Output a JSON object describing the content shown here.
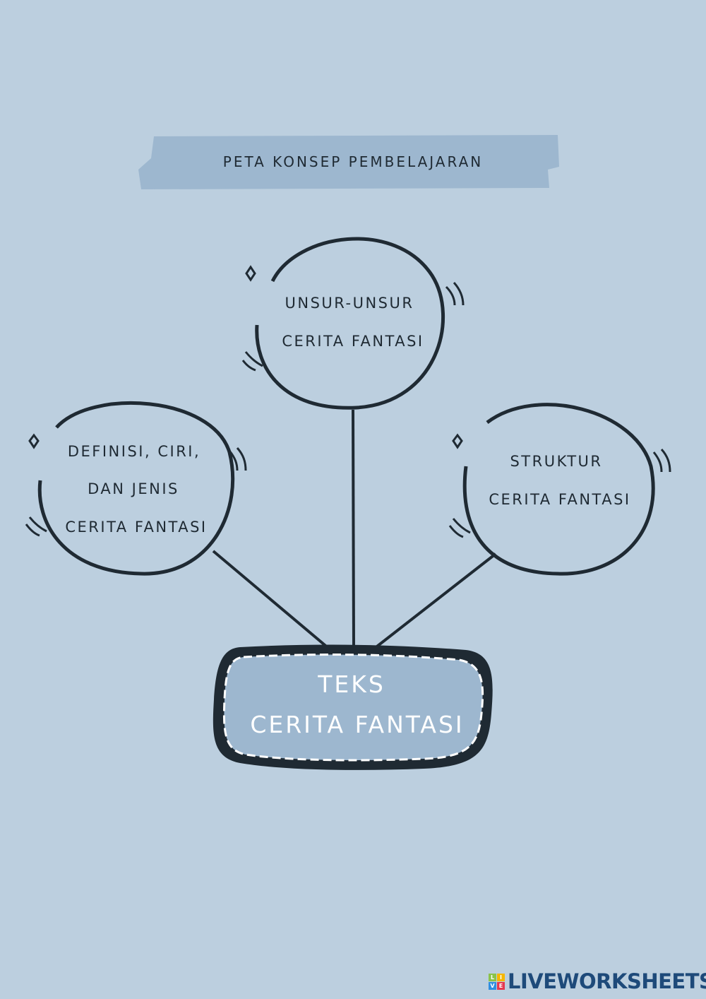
{
  "title": "PETA KONSEP PEMBELAJARAN",
  "nodes": {
    "top": {
      "line1": "UNSUR-UNSUR",
      "line2": "CERITA FANTASI"
    },
    "left": {
      "line1": "DEFINISI, CIRI,",
      "line2": "DAN JENIS",
      "line3": "CERITA FANTASI"
    },
    "right": {
      "line1": "STRUKTUR",
      "line2": "CERITA FANTASI"
    },
    "center": {
      "line1": "TEKS",
      "line2": "CERITA FANTASI"
    }
  },
  "logo": {
    "text": "LIVEWORKSHEETS",
    "letters": [
      "L",
      "I",
      "V",
      "E"
    ]
  },
  "colors": {
    "background": "#bccfdf",
    "banner": "#9db7cf",
    "ink": "#1f2a33",
    "center_fill": "#9db7cf"
  }
}
